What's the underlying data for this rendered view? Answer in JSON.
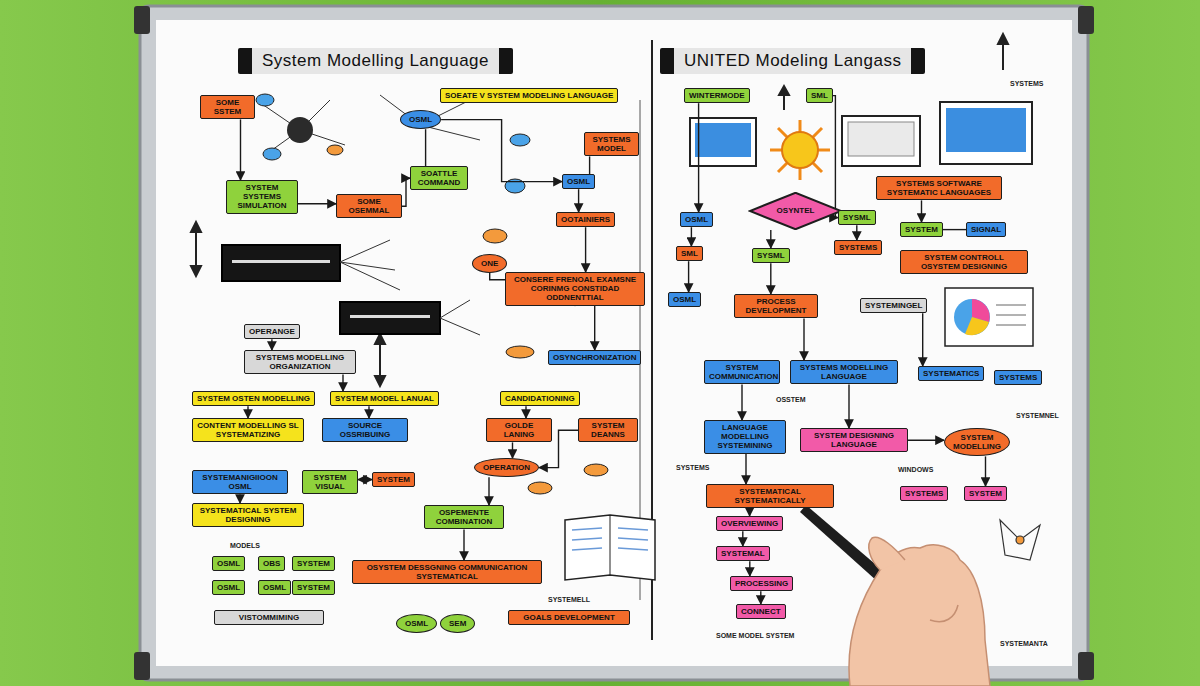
{
  "diagram": {
    "title": "System Modelling Language",
    "nodes": [
      {
        "text": [
          "UNITED Modeling Langass"
        ]
      },
      {
        "text": [
          "SOME SSTEM"
        ]
      },
      {
        "text": [
          "SOEATE V SYSTEM MODELING LANGUAGE"
        ]
      },
      {
        "text": [
          "SYSTEM SYSTEMS SIMULATION"
        ]
      },
      {
        "text": [
          "SOME OSEMMAL"
        ]
      },
      {
        "text": [
          "SOATTLE COMMAND"
        ]
      },
      {
        "text": [
          "SYSTEMS MODEL"
        ]
      },
      {
        "text": [
          "OSML"
        ]
      },
      {
        "text": [
          "OOTAINIERS"
        ]
      },
      {
        "text": [
          "ONE"
        ]
      },
      {
        "text": [
          "CONSERE FRENOAL EXAMSNE CORINMG CONSTIDAD ODDNENTTIAL"
        ]
      },
      {
        "text": [
          "OPERANGE"
        ]
      },
      {
        "text": [
          "SYSTEMS MODELLING ORGANIZATION"
        ]
      },
      {
        "text": [
          "OSYNCHRONIZATION"
        ]
      },
      {
        "text": [
          "SYSTEM OSTEN MODELLING"
        ]
      },
      {
        "text": [
          "SYSTEM MODEL LANUAL"
        ]
      },
      {
        "text": [
          "CANDIDATIONING"
        ]
      },
      {
        "text": [
          "CONTENT MODELLING SL SYSTEMATIZING"
        ]
      },
      {
        "text": [
          "SOURCE OSSRIBUING"
        ]
      },
      {
        "text": [
          "GOLDE LANING"
        ]
      },
      {
        "text": [
          "SYSTEM DEANNS"
        ]
      },
      {
        "text": [
          "OPERATION"
        ]
      },
      {
        "text": [
          "SYSTEMANIGIIOON OSML"
        ]
      },
      {
        "text": [
          "SYSTEM VISUAL"
        ]
      },
      {
        "text": [
          "SYSTEM"
        ]
      },
      {
        "text": [
          "SYSTEMATICAL SYSTEM DESIGNING"
        ]
      },
      {
        "text": [
          "OSPEMENTE COMBINATION"
        ]
      },
      {
        "text": [
          "OSYSTEM DESSGNING COMMUNICATION SYSTEMATICAL"
        ]
      },
      {
        "text": [
          "OSML"
        ]
      },
      {
        "text": [
          "OBS"
        ]
      },
      {
        "text": [
          "SYSTEM"
        ]
      },
      {
        "text": [
          "OSML"
        ]
      },
      {
        "text": [
          "OSML"
        ]
      },
      {
        "text": [
          "SYSTEM"
        ]
      },
      {
        "text": [
          "VISTOMMIMING"
        ]
      },
      {
        "text": [
          "GOALS DEVELOPMENT"
        ]
      },
      {
        "text": [
          "OSML"
        ]
      },
      {
        "text": [
          "SEM"
        ]
      },
      {
        "text": [
          "OSML"
        ]
      },
      {
        "text": [
          "WINTERMODE"
        ]
      },
      {
        "text": [
          "SML"
        ]
      },
      {
        "text": [
          "OSYNTEL"
        ]
      },
      {
        "text": [
          "SYSTEMS SOFTWARE SYSTEMATIC LANGUAGES"
        ]
      },
      {
        "text": [
          "OSML"
        ]
      },
      {
        "text": [
          "SYSML"
        ]
      },
      {
        "text": [
          "SYSTEMS"
        ]
      },
      {
        "text": [
          "SML"
        ]
      },
      {
        "text": [
          "SYSML"
        ]
      },
      {
        "text": [
          "SYSTEM"
        ]
      },
      {
        "text": [
          "SIGNAL"
        ]
      },
      {
        "text": [
          "SYSTEM CONTROLL OSYSTEM DESIGNING"
        ]
      },
      {
        "text": [
          "OSML"
        ]
      },
      {
        "text": [
          "PROCESS DEVELOPMENT"
        ]
      },
      {
        "text": [
          "SYSTEMINGEL"
        ]
      },
      {
        "text": [
          "SYSTEM COMMUNICATION"
        ]
      },
      {
        "text": [
          "SYSTEMS MODELLING LANGUAGE"
        ]
      },
      {
        "text": [
          "SYSTEMATICS"
        ]
      },
      {
        "text": [
          "SYSTEMS"
        ]
      },
      {
        "text": [
          "LANGUAGE MODELLING SYSTEMINING"
        ]
      },
      {
        "text": [
          "SYSTEM DESIGNING LANGUAGE"
        ]
      },
      {
        "text": [
          "SYSTEM MODELLING"
        ]
      },
      {
        "text": [
          "SYSTEMATICAL SYSTEMATICALLY"
        ]
      },
      {
        "text": [
          "SYSTEMS"
        ]
      },
      {
        "text": [
          "SYSTEM"
        ]
      },
      {
        "text": [
          "OVERVIEWING"
        ]
      },
      {
        "text": [
          "SYSTEMAL"
        ]
      },
      {
        "text": [
          "PROCESSING"
        ]
      },
      {
        "text": [
          "CONNECT"
        ]
      }
    ],
    "edges": [
      {
        "from": 1,
        "to": 3,
        "arrow": "to"
      },
      {
        "from": 3,
        "to": 4,
        "arrow": "to"
      },
      {
        "from": 4,
        "to": 5,
        "arrow": "to"
      },
      {
        "from": 38,
        "to": 5,
        "arrow": "none"
      },
      {
        "from": 38,
        "to": 7,
        "arrow": "to"
      },
      {
        "from": 6,
        "to": 7,
        "arrow": "none"
      },
      {
        "from": 7,
        "to": 8,
        "arrow": "to"
      },
      {
        "from": 8,
        "to": 10,
        "arrow": "to"
      },
      {
        "from": 9,
        "to": 10,
        "arrow": "to"
      },
      {
        "from": 10,
        "to": 13,
        "arrow": "to"
      },
      {
        "from": 11,
        "to": 12,
        "arrow": "to"
      },
      {
        "from": 12,
        "to": 15,
        "arrow": "to"
      },
      {
        "from": 14,
        "to": 17,
        "arrow": "to"
      },
      {
        "from": 15,
        "to": 18,
        "arrow": "to"
      },
      {
        "from": 16,
        "to": 19,
        "arrow": "to"
      },
      {
        "from": 19,
        "to": 21,
        "arrow": "to"
      },
      {
        "from": 20,
        "to": 21,
        "arrow": "to"
      },
      {
        "from": 21,
        "to": 26,
        "arrow": "to"
      },
      {
        "from": 22,
        "to": 25,
        "arrow": "to"
      },
      {
        "from": 23,
        "to": 24,
        "arrow": "both"
      },
      {
        "from": 26,
        "to": 27,
        "arrow": "to"
      },
      {
        "from": 39,
        "to": 43,
        "arrow": "to"
      },
      {
        "from": 40,
        "to": 44,
        "arrow": "to"
      },
      {
        "from": 43,
        "to": 46,
        "arrow": "to"
      },
      {
        "from": 41,
        "to": 47,
        "arrow": "to"
      },
      {
        "from": 44,
        "to": 45,
        "arrow": "to"
      },
      {
        "from": 42,
        "to": 48,
        "arrow": "to"
      },
      {
        "from": 48,
        "to": 49,
        "arrow": "none"
      },
      {
        "from": 46,
        "to": 51,
        "arrow": "to"
      },
      {
        "from": 47,
        "to": 52,
        "arrow": "to"
      },
      {
        "from": 52,
        "to": 55,
        "arrow": "to"
      },
      {
        "from": 53,
        "to": 56,
        "arrow": "to"
      },
      {
        "from": 54,
        "to": 58,
        "arrow": "to"
      },
      {
        "from": 55,
        "to": 59,
        "arrow": "to"
      },
      {
        "from": 59,
        "to": 60,
        "arrow": "to"
      },
      {
        "from": 58,
        "to": 61,
        "arrow": "to"
      },
      {
        "from": 61,
        "to": 64,
        "arrow": "to"
      },
      {
        "from": 64,
        "to": 65,
        "arrow": "to"
      },
      {
        "from": 65,
        "to": 66,
        "arrow": "to"
      },
      {
        "from": 66,
        "to": 67,
        "arrow": "to"
      },
      {
        "from": 60,
        "to": 63,
        "arrow": "to"
      }
    ],
    "labels": [
      "OSSTEM",
      "SYSTEMELL",
      "SYSTEMS",
      "SYSTEMNEL",
      "SYSTEMS",
      "WINDOWS",
      "MODELS",
      "SYSTEMANTA",
      "SOME MODEL SYSTEM"
    ]
  }
}
